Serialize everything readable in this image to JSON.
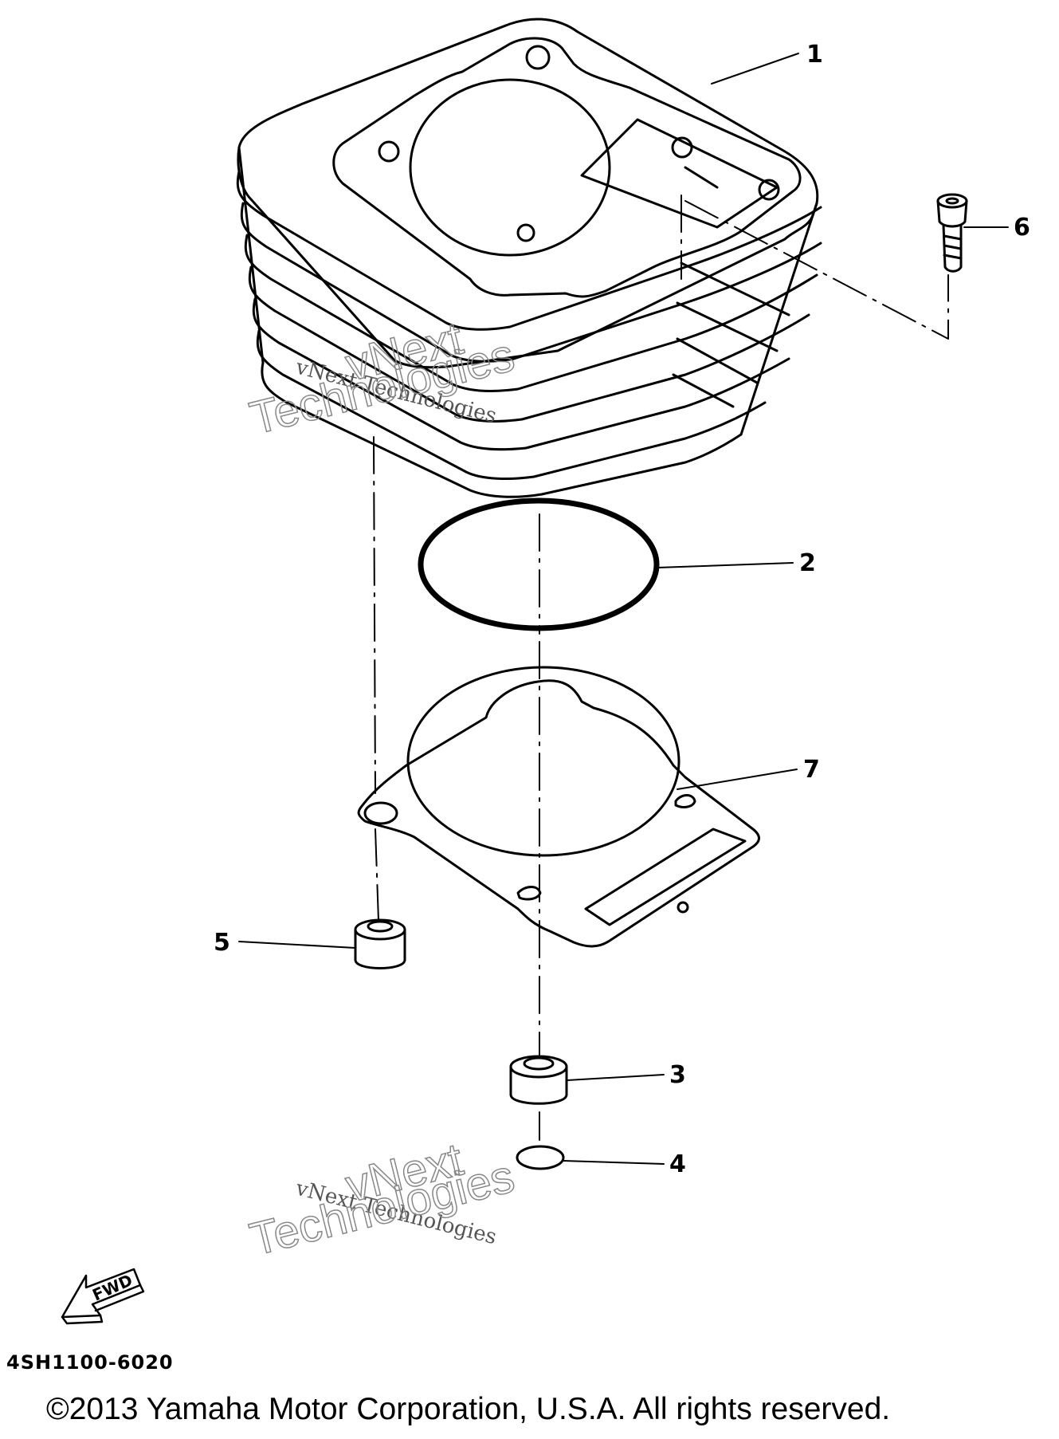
{
  "callouts": {
    "c1": "1",
    "c2": "2",
    "c3": "3",
    "c4": "4",
    "c5": "5",
    "c6": "6",
    "c7": "7"
  },
  "fwd_label": "FWD",
  "watermark": {
    "small": "vNext Technologies",
    "big_line1": "vNext",
    "big_line2": "Technologies"
  },
  "diagram_code": "4SH1100-6020",
  "copyright": "©2013 Yamaha Motor Corporation, U.S.A. All rights reserved."
}
